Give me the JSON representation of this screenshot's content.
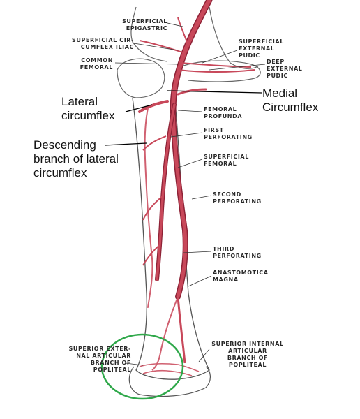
{
  "labels": {
    "superficial_epigastric": "SUPERFICIAL\nEPIGASTRIC",
    "superficial_circumflex_iliac": "SUPERFICIAL CIR-\nCUMFLEX ILIAC",
    "common_femoral": "COMMON\nFEMORAL",
    "superficial_external_pudic": "SUPERFICIAL\nEXTERNAL\nPUDIC",
    "deep_external_pudic": "DEEP\nEXTERNAL\nPUDIC",
    "femoral_profunda": "FEMORAL\nPROFUNDA",
    "first_perforating": "FIRST\nPERFORATING",
    "superficial_femoral": "SUPERFICIAL\nFEMORAL",
    "second_perforating": "SECOND\nPERFORATING",
    "third_perforating": "THIRD\nPERFORATING",
    "anastomotica_magna": "ANASTOMOTICA\nMAGNA",
    "superior_external_articular": "SUPERIOR EXTER-\nNAL ARTICULAR\nBRANCH OF\nPOPLITEAL",
    "superior_internal_articular": "SUPERIOR INTERNAL\nARTICULAR\nBRANCH OF\nPOPLITEAL"
  },
  "annotations": {
    "medial_circumflex": "Medial\nCircumflex",
    "lateral_circumflex": "Lateral\ncircumflex",
    "descending_branch": "Descending\nbranch of lateral\ncircumflex"
  },
  "colors": {
    "artery": "#c8485a",
    "artery_dark": "#8e2236",
    "bone_outline": "#555555",
    "highlight_circle": "#2fa84a"
  }
}
